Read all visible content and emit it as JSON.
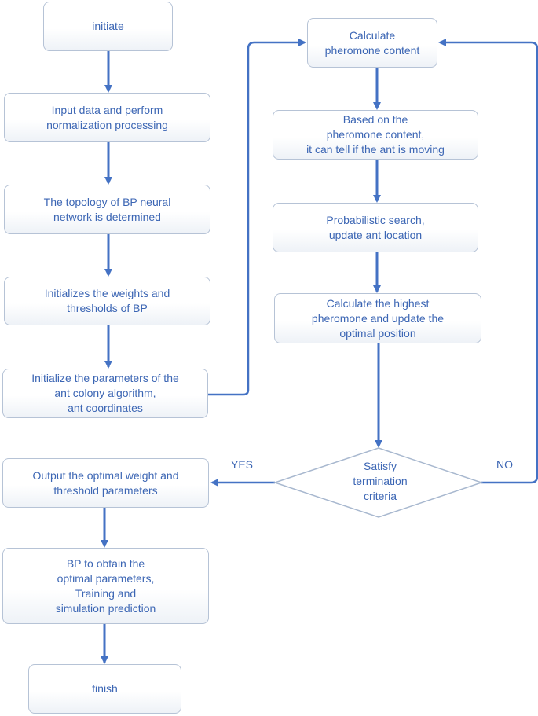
{
  "nodes": {
    "initiate": "initiate",
    "input_data": "Input data and perform\nnormalization processing",
    "topology": "The topology of BP neural\nnetwork is determined",
    "init_weights": "Initializes the weights and\nthresholds of BP",
    "init_ant": "Initialize the parameters of the\nant colony algorithm,\nant coordinates",
    "calc_pheromone": "Calculate\npheromone content",
    "ant_moving": "Based on the\npheromone content,\nit can tell if the ant is moving",
    "prob_search": "Probabilistic search,\nupdate ant location",
    "calc_highest": "Calculate the highest\npheromone and update the\noptimal position",
    "decision": "Satisfy\ntermination\ncriteria",
    "output_optimal": "Output the optimal weight and\nthreshold parameters",
    "bp_obtain": "BP to obtain the\noptimal parameters,\nTraining and\nsimulation prediction",
    "finish": "finish"
  },
  "edges": {
    "yes_label": "YES",
    "no_label": "NO"
  },
  "colors": {
    "arrow": "#4472c4",
    "text": "#3c66b4",
    "border": "#b6c3d6",
    "diamond_border": "#a8b8cf"
  }
}
